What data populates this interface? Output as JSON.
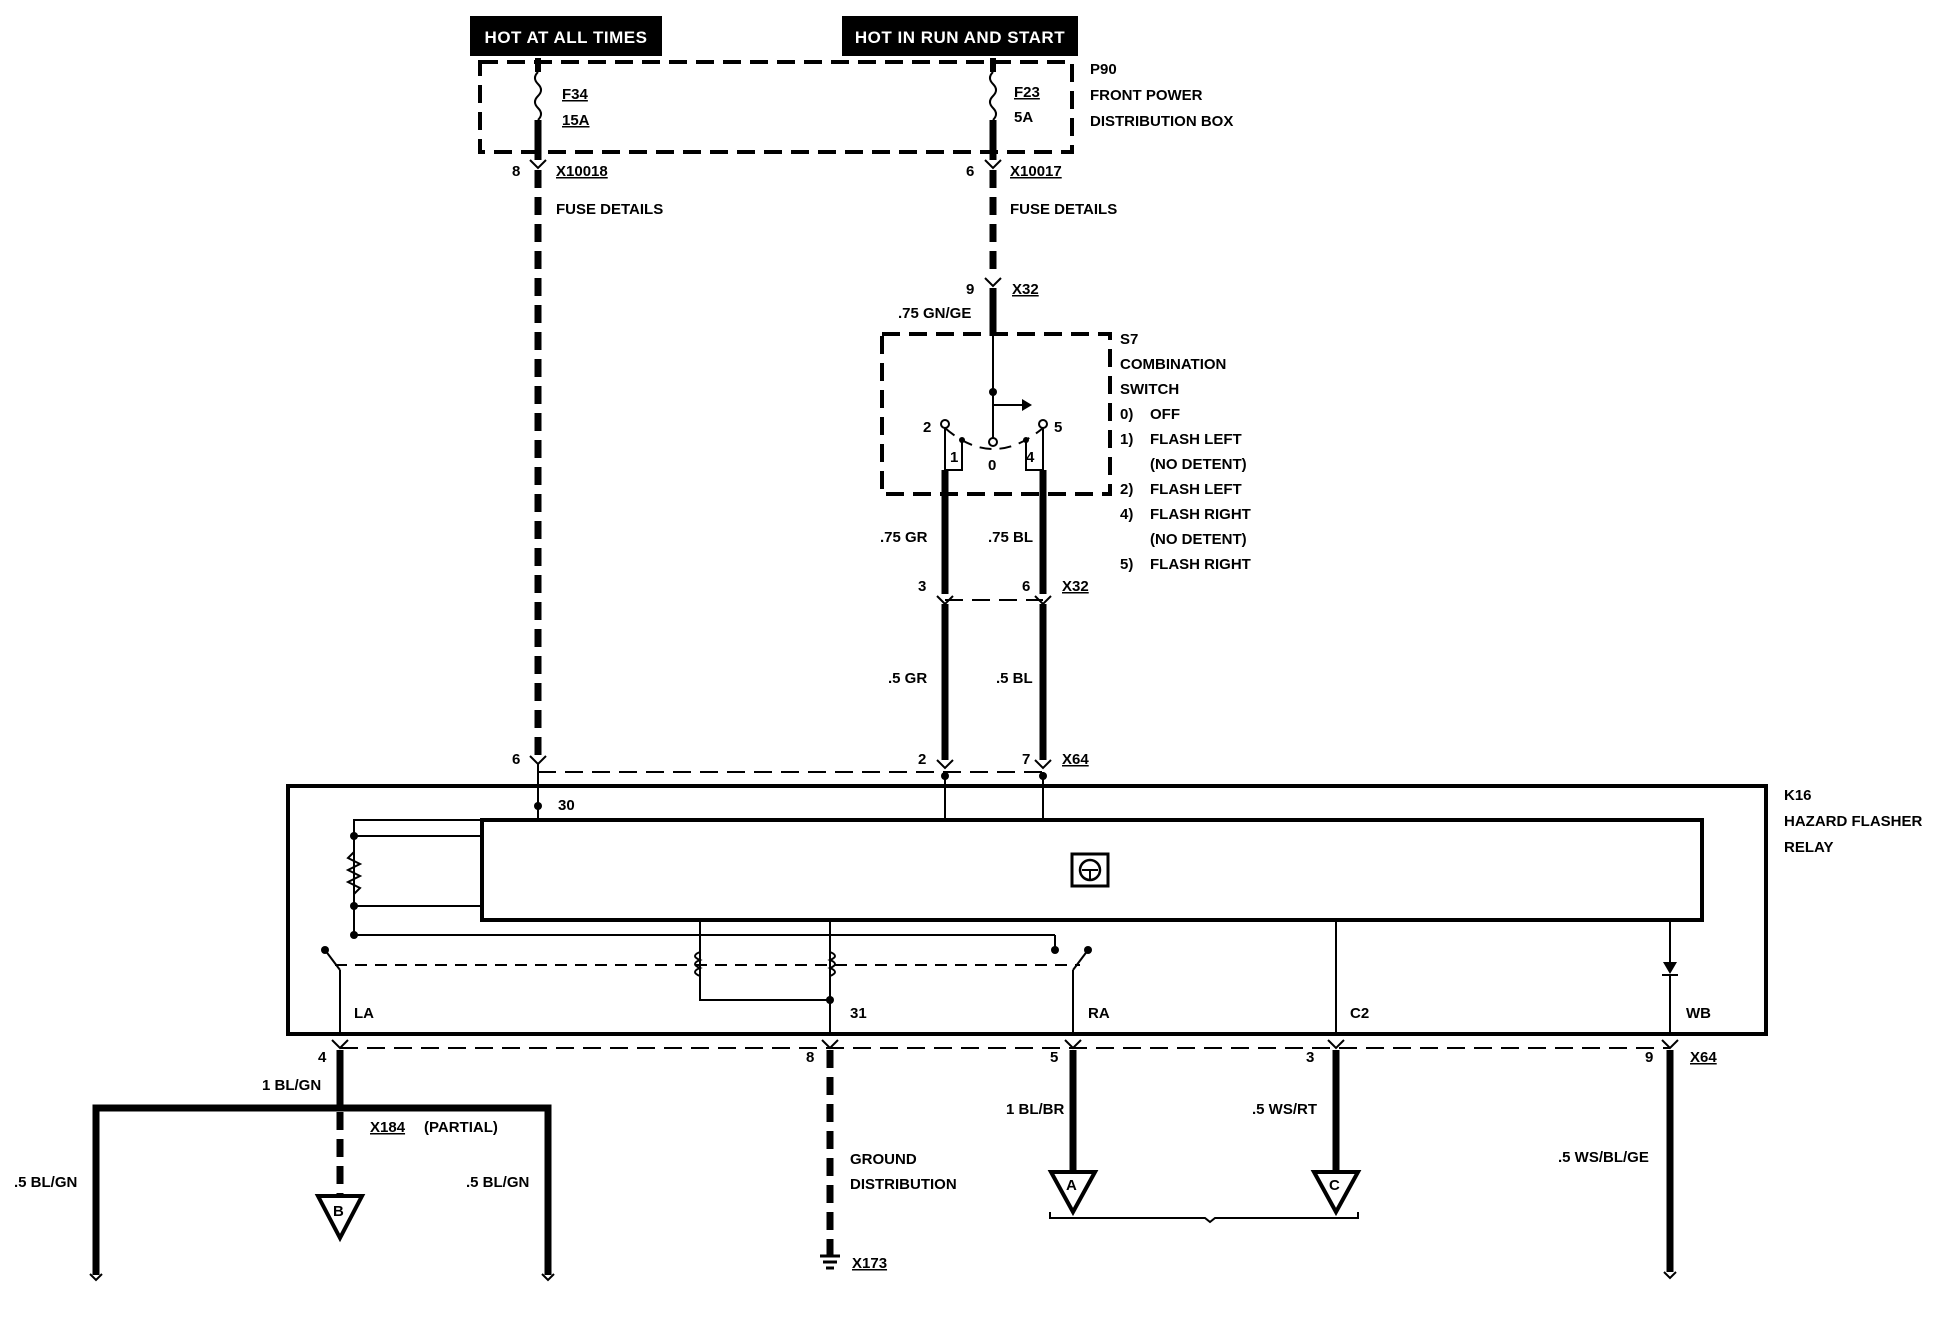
{
  "headers": {
    "hot_at_all_times": "HOT AT ALL TIMES",
    "hot_in_run_and_start": "HOT IN RUN AND START"
  },
  "p90": {
    "id": "P90",
    "line1": "FRONT POWER",
    "line2": "DISTRIBUTION BOX",
    "f34_name": "F34",
    "f34_rating": "15A",
    "f23_name": "F23",
    "f23_rating": "5A"
  },
  "connectors": {
    "x10018": "X10018",
    "x10018_pin": "8",
    "x10017": "X10017",
    "x10017_pin": "6",
    "fuse_details_left": "FUSE DETAILS",
    "fuse_details_right": "FUSE DETAILS",
    "x32_top": "X32",
    "x32_top_pin": "9",
    "wire_gn_ge": ".75 GN/GE",
    "x32_mid": "X32",
    "x32_mid_pin_left": "3",
    "x32_mid_pin_right": "6",
    "x64_top": "X64",
    "x64_top_pin_left": "6",
    "x64_top_pin_mid": "2",
    "x64_top_pin_right": "7",
    "x64_bottom": "X64",
    "x184": "X184",
    "x184_note": "(PARTIAL)",
    "x173": "X173"
  },
  "switch": {
    "id": "S7",
    "line1": "COMBINATION",
    "line2": "SWITCH",
    "pin2": "2",
    "pin5": "5",
    "pos1": "1",
    "pos0": "0",
    "pos4": "4",
    "legend": [
      {
        "num": "0)",
        "text": "OFF"
      },
      {
        "num": "1)",
        "text": "FLASH LEFT"
      },
      {
        "num": "",
        "text": "(NO DETENT)"
      },
      {
        "num": "2)",
        "text": "FLASH LEFT"
      },
      {
        "num": "4)",
        "text": "FLASH RIGHT"
      },
      {
        "num": "",
        "text": "(NO DETENT)"
      },
      {
        "num": "5)",
        "text": "FLASH RIGHT"
      }
    ]
  },
  "wires": {
    "gr_075": ".75 GR",
    "bl_075": ".75 BL",
    "gr_05": ".5 GR",
    "bl_05": ".5 BL",
    "bl_gn_1": "1 BL/GN",
    "bl_gn_05_left": ".5 BL/GN",
    "bl_gn_05_right": ".5 BL/GN",
    "bl_br_1": "1 BL/BR",
    "ws_rt_05": ".5 WS/RT",
    "ws_bl_ge_05": ".5 WS/BL/GE",
    "ground_line1": "GROUND",
    "ground_line2": "DISTRIBUTION"
  },
  "relay": {
    "id": "K16",
    "line1": "HAZARD FLASHER",
    "line2": "RELAY",
    "term30": "30",
    "term_la": "LA",
    "term31": "31",
    "term_ra": "RA",
    "term_c2": "C2",
    "term_wb": "WB"
  },
  "bottom_pins": {
    "p4": "4",
    "p8": "8",
    "p5": "5",
    "p3": "3",
    "p9": "9"
  },
  "refs": {
    "a": "A",
    "b": "B",
    "c": "C"
  }
}
